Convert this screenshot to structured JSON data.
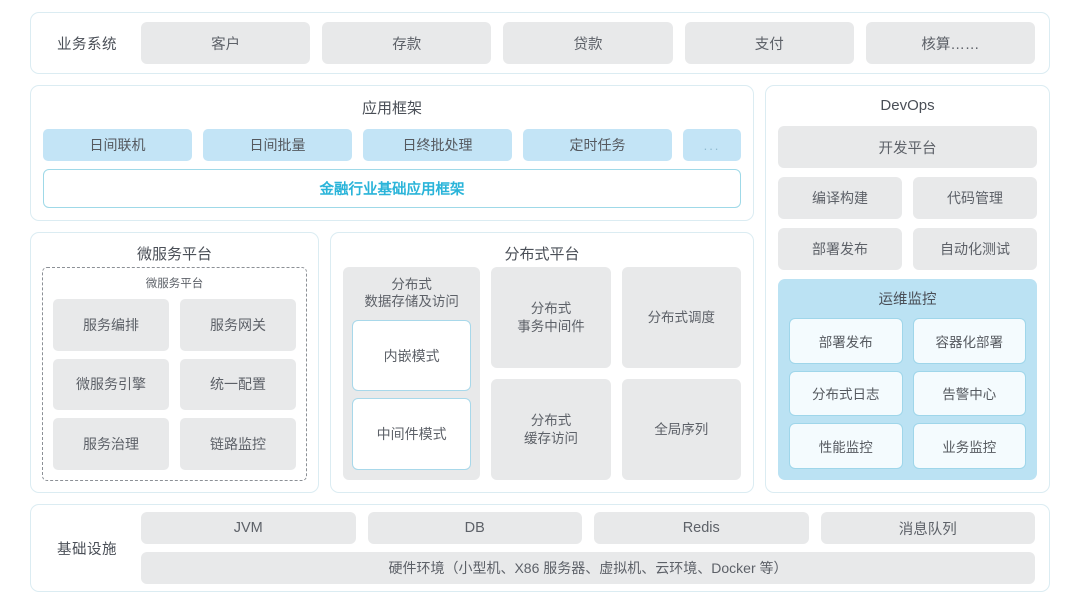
{
  "business_systems": {
    "label": "业务系统",
    "items": [
      "客户",
      "存款",
      "贷款",
      "支付",
      "核算……"
    ]
  },
  "app_framework": {
    "title": "应用框架",
    "items": [
      "日间联机",
      "日间批量",
      "日终批处理",
      "定时任务"
    ],
    "more_label": "...",
    "framework_bar": "金融行业基础应用框架",
    "accent_color": "#2ab4d9"
  },
  "microservice_platform": {
    "title": "微服务平台",
    "inner_title": "微服务平台",
    "items": [
      "服务编排",
      "服务网关",
      "微服务引擎",
      "统一配置",
      "服务治理",
      "链路监控"
    ]
  },
  "distributed_platform": {
    "title": "分布式平台",
    "storage": {
      "caption": "分布式\n数据存储及访问",
      "modes": [
        "内嵌模式",
        "中间件模式"
      ]
    },
    "column_two": [
      "分布式\n事务中间件",
      "分布式\n缓存访问"
    ],
    "column_three": [
      "分布式调度",
      "全局序列"
    ]
  },
  "devops": {
    "title": "DevOps",
    "platform": "开发平台",
    "tools": [
      "编译构建",
      "代码管理",
      "部署发布",
      "自动化测试"
    ],
    "ops_monitoring": {
      "title": "运维监控",
      "items": [
        "部署发布",
        "容器化部署",
        "分布式日志",
        "告警中心",
        "性能监控",
        "业务监控"
      ],
      "panel_color": "#bbe2f3"
    }
  },
  "infrastructure": {
    "label": "基础设施",
    "items": [
      "JVM",
      "DB",
      "Redis",
      "消息队列"
    ],
    "hardware": "硬件环境（小型机、X86 服务器、虚拟机、云环境、Docker 等）"
  }
}
